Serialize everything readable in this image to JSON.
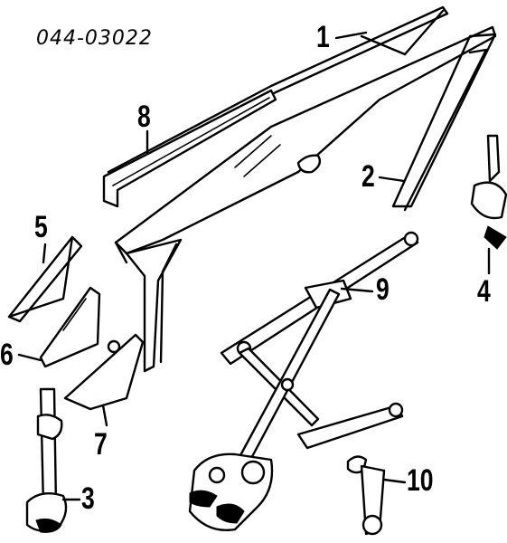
{
  "diagram": {
    "part_code": "044-03022",
    "callouts": [
      {
        "id": "1",
        "label": "1"
      },
      {
        "id": "2",
        "label": "2"
      },
      {
        "id": "3",
        "label": "3"
      },
      {
        "id": "4",
        "label": "4"
      },
      {
        "id": "5",
        "label": "5"
      },
      {
        "id": "6",
        "label": "6"
      },
      {
        "id": "7",
        "label": "7"
      },
      {
        "id": "8",
        "label": "8"
      },
      {
        "id": "9",
        "label": "9"
      },
      {
        "id": "10",
        "label": "10"
      }
    ]
  }
}
